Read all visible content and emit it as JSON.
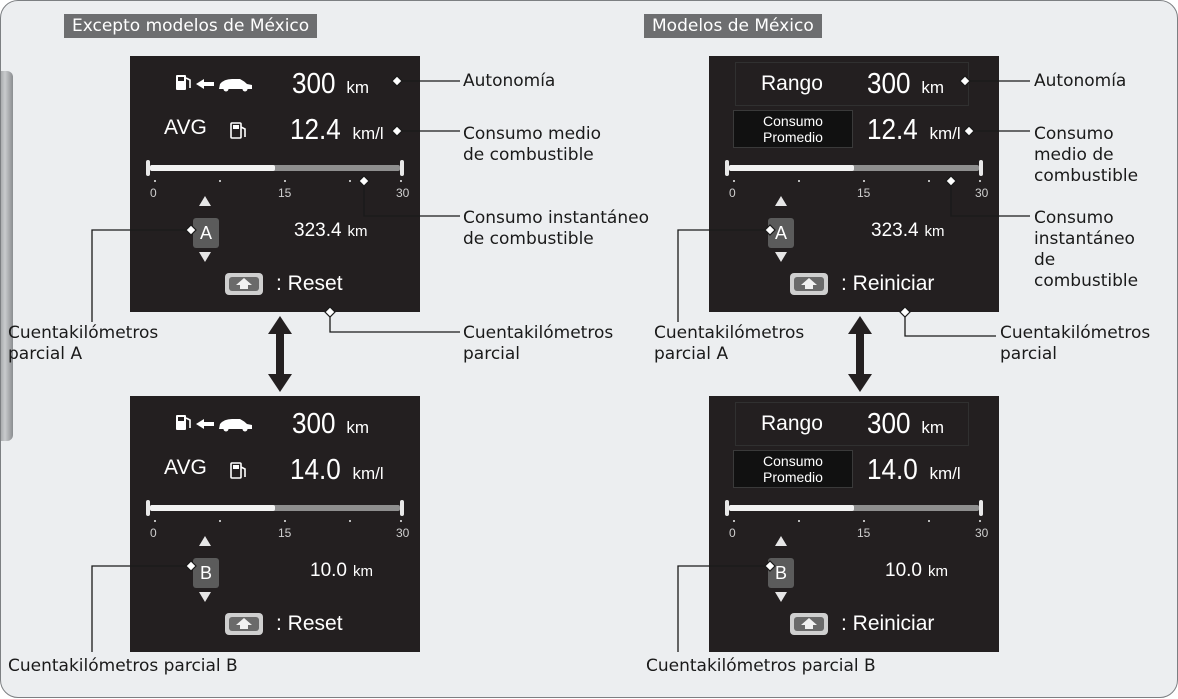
{
  "left": {
    "tag": "Excepto modelos de México",
    "top_screen": {
      "range_value": "300",
      "range_unit": "km",
      "avg_label": "AVG",
      "avg_value": "12.4",
      "avg_unit": "km/l",
      "scale": [
        "0",
        "15",
        "30"
      ],
      "trip_letter": "A",
      "trip_value": "323.4",
      "trip_unit": "km",
      "reset_label": ": Reset"
    },
    "bottom_screen": {
      "range_value": "300",
      "range_unit": "km",
      "avg_label": "AVG",
      "avg_value": "14.0",
      "avg_unit": "km/l",
      "scale": [
        "0",
        "15",
        "30"
      ],
      "trip_letter": "B",
      "trip_value": "10.0",
      "trip_unit": "km",
      "reset_label": ": Reset"
    },
    "callouts": {
      "range": "Autonomía",
      "avg": [
        "Consumo medio",
        "de combustible"
      ],
      "instant": [
        "Consumo instantáneo",
        "de combustible"
      ],
      "trip_a": [
        "Cuentakilómetros",
        "parcial A"
      ],
      "trip": [
        "Cuentakilómetros",
        "parcial"
      ],
      "trip_b": "Cuentakilómetros parcial B"
    }
  },
  "right": {
    "tag": "Modelos de México",
    "top_screen": {
      "range_label": "Rango",
      "range_value": "300",
      "range_unit": "km",
      "avg_label": [
        "Consumo",
        "Promedio"
      ],
      "avg_value": "12.4",
      "avg_unit": "km/l",
      "scale": [
        "0",
        "15",
        "30"
      ],
      "trip_letter": "A",
      "trip_value": "323.4",
      "trip_unit": "km",
      "reset_label": ": Reiniciar"
    },
    "bottom_screen": {
      "range_label": "Rango",
      "range_value": "300",
      "range_unit": "km",
      "avg_label": [
        "Consumo",
        "Promedio"
      ],
      "avg_value": "14.0",
      "avg_unit": "km/l",
      "scale": [
        "0",
        "15",
        "30"
      ],
      "trip_letter": "B",
      "trip_value": "10.0",
      "trip_unit": "km",
      "reset_label": ": Reiniciar"
    },
    "callouts": {
      "range": "Autonomía",
      "avg": [
        "Consumo",
        "medio de",
        "combustible"
      ],
      "instant": [
        "Consumo",
        "instantáneo",
        "de",
        "combustible"
      ],
      "trip_a": [
        "Cuentakilómetros",
        "parcial A"
      ],
      "trip": [
        "Cuentakilómetros",
        "parcial"
      ],
      "trip_b": "Cuentakilómetros parcial B"
    }
  },
  "gauge": {
    "min": 0,
    "max": 30,
    "left_top_fill": 15,
    "left_bottom_fill": 15,
    "right_top_fill": 15,
    "right_bottom_fill": 15
  },
  "icons": {
    "fuel": "fuel-pump-icon",
    "car": "car-icon",
    "button": "steering-button-icon"
  }
}
